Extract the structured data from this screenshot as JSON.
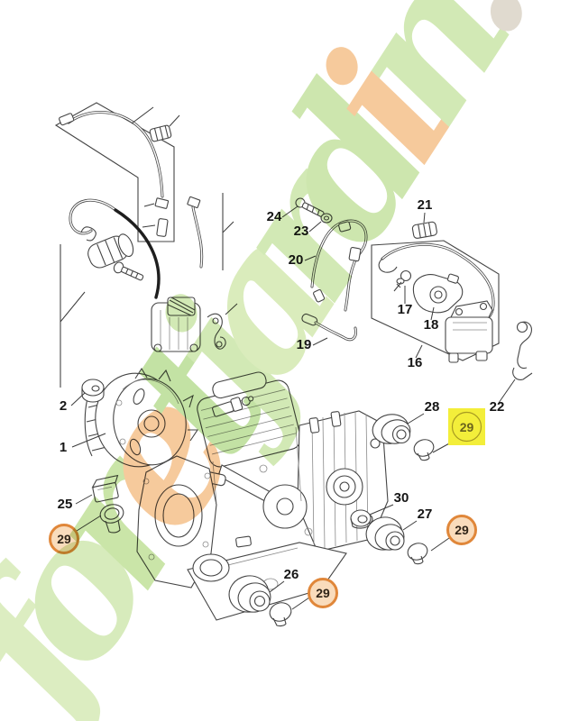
{
  "page": {
    "background": "#ffffff"
  },
  "watermark": {
    "opacity": "0.62",
    "segments": [
      {
        "t": "f",
        "c": "#c6e29b"
      },
      {
        "t": "o",
        "c": "#bfdf92"
      },
      {
        "t": "r",
        "c": "#a9d573"
      },
      {
        "t": "e",
        "c": "#f0a95e"
      },
      {
        "t": "t",
        "c": "#9ed06b"
      },
      {
        "t": "j",
        "c": "#b7dc88"
      },
      {
        "t": "a",
        "c": "#c3e093"
      },
      {
        "t": "r",
        "c": "#b7dc88"
      },
      {
        "t": "d",
        "c": "#aed77c"
      },
      {
        "t": "i",
        "c": "#f0a95e"
      },
      {
        "t": "n",
        "c": "#b7dc88"
      },
      {
        "t": ".com",
        "c": "#cdc4b2"
      }
    ]
  },
  "labels": {
    "p1": "1",
    "p2": "2",
    "p16": "16",
    "p17": "17",
    "p18": "18",
    "p19": "19",
    "p20": "20",
    "p21": "21",
    "p22": "22",
    "p23": "23",
    "p24": "24",
    "p25": "25",
    "p26": "26",
    "p27": "27",
    "p28": "28",
    "p30": "30"
  },
  "callouts": {
    "number": "29",
    "orange_ring": "#e0873a",
    "orange_fill": "#f9dcbc",
    "orange_text": "#2f2418",
    "yellow_fill": "#f3ee3a",
    "yellow_ring": "#a89b22",
    "yellow_text": "#6b631d"
  }
}
